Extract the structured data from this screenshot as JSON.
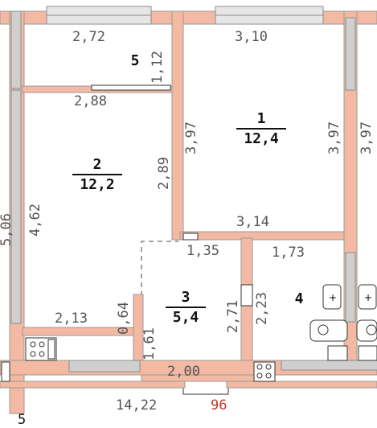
{
  "colors": {
    "wall": "#f3b9a2",
    "wall_edge": "#9a9a9a",
    "window": "#c8c8c8",
    "door": "#333333"
  },
  "rooms": [
    {
      "id": "room-1",
      "number": "1",
      "area": "12,4"
    },
    {
      "id": "room-2",
      "number": "2",
      "area": "12,2"
    },
    {
      "id": "room-3",
      "number": "3",
      "area": "5,4"
    },
    {
      "id": "room-4",
      "number": "4",
      "area": ""
    },
    {
      "id": "room-5",
      "number": "5",
      "area": ""
    }
  ],
  "labels": {
    "d_272": "2,72",
    "d_112": "1,12",
    "d_310": "3,10",
    "d_288": "2,88",
    "d_397a": "3,97",
    "d_397b": "3,97",
    "d_397c": "3,97",
    "d_289": "2,89",
    "d_462": "4,62",
    "d_506": "5,06",
    "d_314": "3,14",
    "d_135": "1,35",
    "d_173": "1,73",
    "d_064": "0,64",
    "d_213": "2,13",
    "d_161": "1,61",
    "d_271": "2,71",
    "d_223": "2,23",
    "d_200": "2,00",
    "d_1422": "14,22",
    "d_96": "96",
    "bottom_5": "5"
  },
  "icons": [
    "sink-icon",
    "stove-icon",
    "bathtub-icon",
    "washbasin-icon"
  ]
}
